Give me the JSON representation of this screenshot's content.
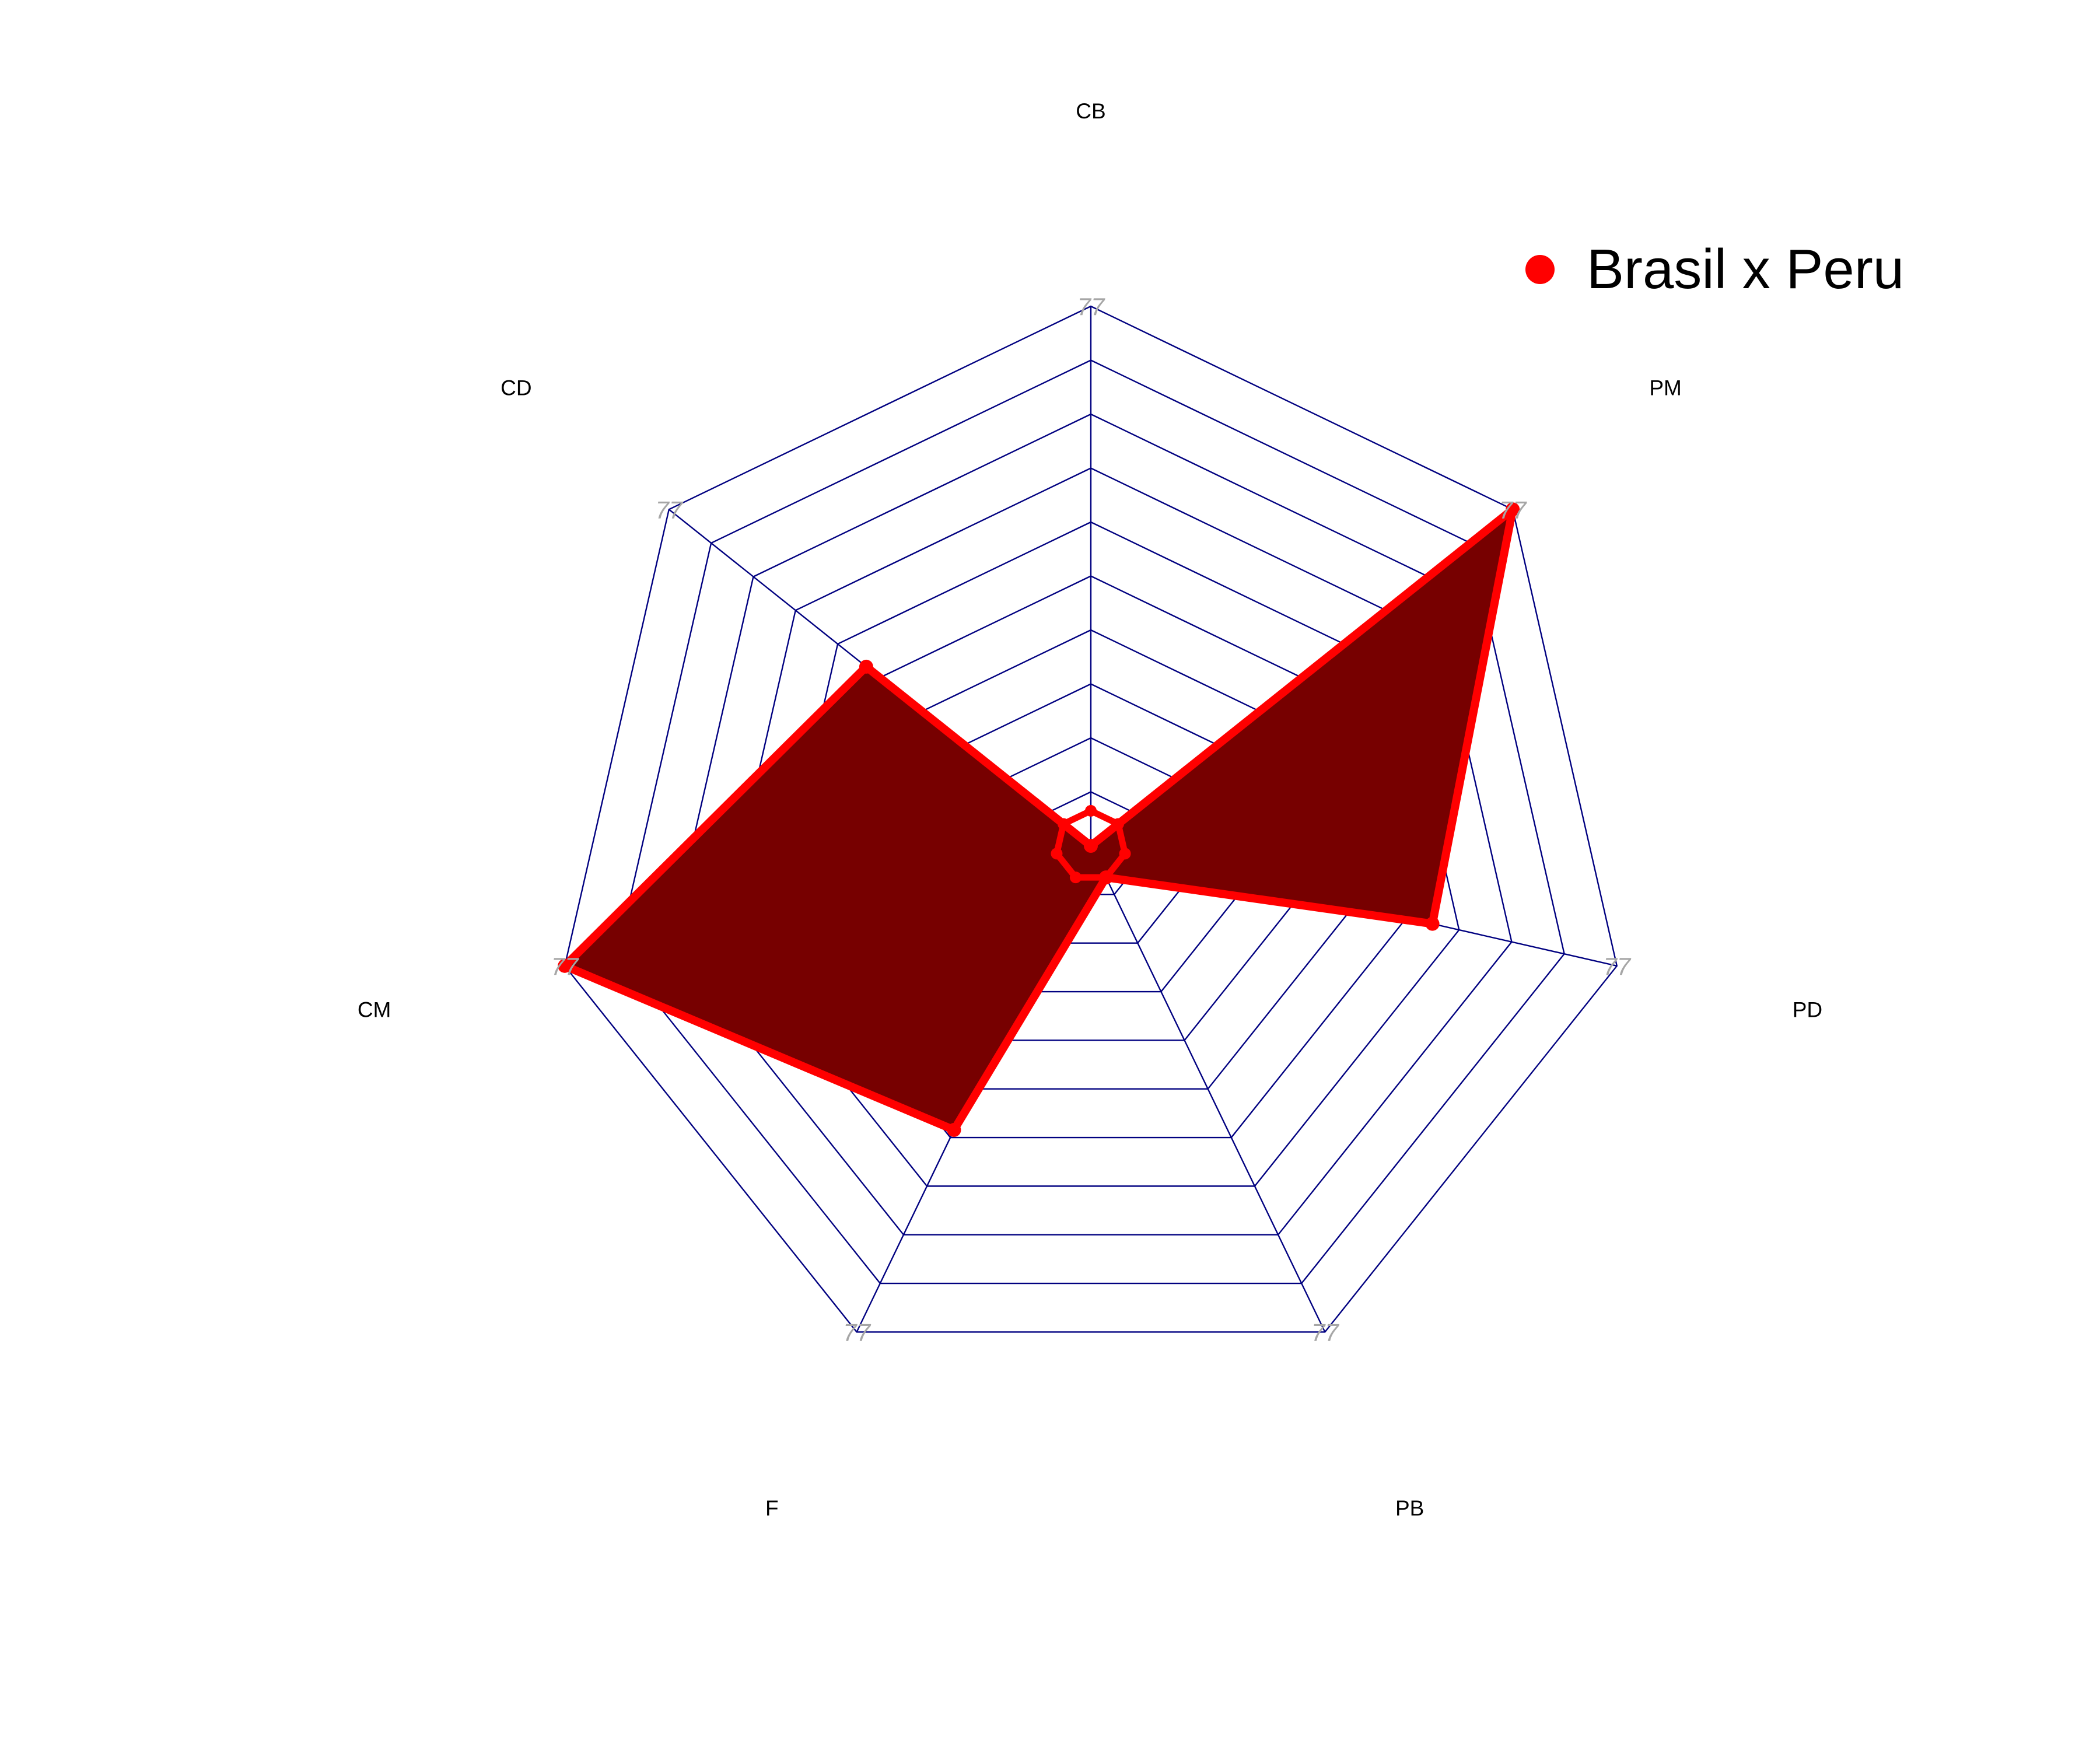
{
  "chart_data": {
    "type": "radar",
    "axes": [
      "CB",
      "PM",
      "PD",
      "PB",
      "F",
      "CM",
      "CD"
    ],
    "max": 77,
    "min": 0,
    "grid_levels": 10,
    "axis_max_label": "77",
    "series": [
      {
        "name": "Brasil x Peru",
        "values": [
          0,
          77,
          50,
          5,
          45,
          77,
          41
        ]
      },
      {
        "name": "",
        "values": [
          5,
          5,
          5,
          5,
          5,
          5,
          5
        ]
      }
    ],
    "legend": {
      "position": "top-right"
    },
    "colors": {
      "line": "#ff0000",
      "fill": "#770000",
      "grid": "#000080",
      "max_label": "#a6a6a6",
      "marker": "#ff0000"
    }
  }
}
